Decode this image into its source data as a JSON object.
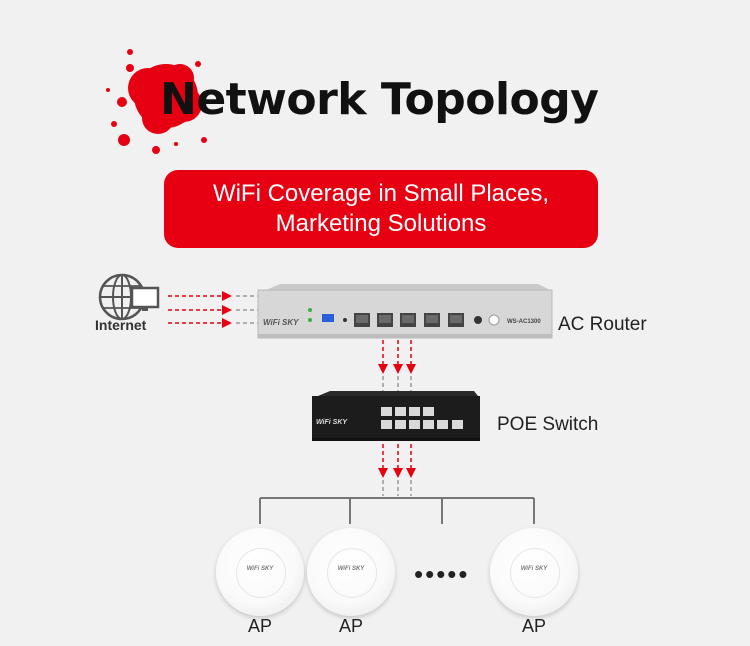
{
  "title": "Network Topology",
  "banner": {
    "line1": "WiFi Coverage in Small Places,",
    "line2": "Marketing Solutions"
  },
  "nodes": {
    "internet": "Internet",
    "router": "AC Router",
    "router_brand": "WiFi SKY",
    "router_model": "WS-AC1300",
    "switch": "POE Switch",
    "switch_brand": "WiFi SKY",
    "ap_brand": "WiFi SKY",
    "ap_labels": [
      "AP",
      "AP",
      "AP"
    ],
    "ellipsis": "•••••"
  },
  "colors": {
    "accent": "#e60012",
    "background": "#f1f1f1",
    "text": "#111111"
  }
}
